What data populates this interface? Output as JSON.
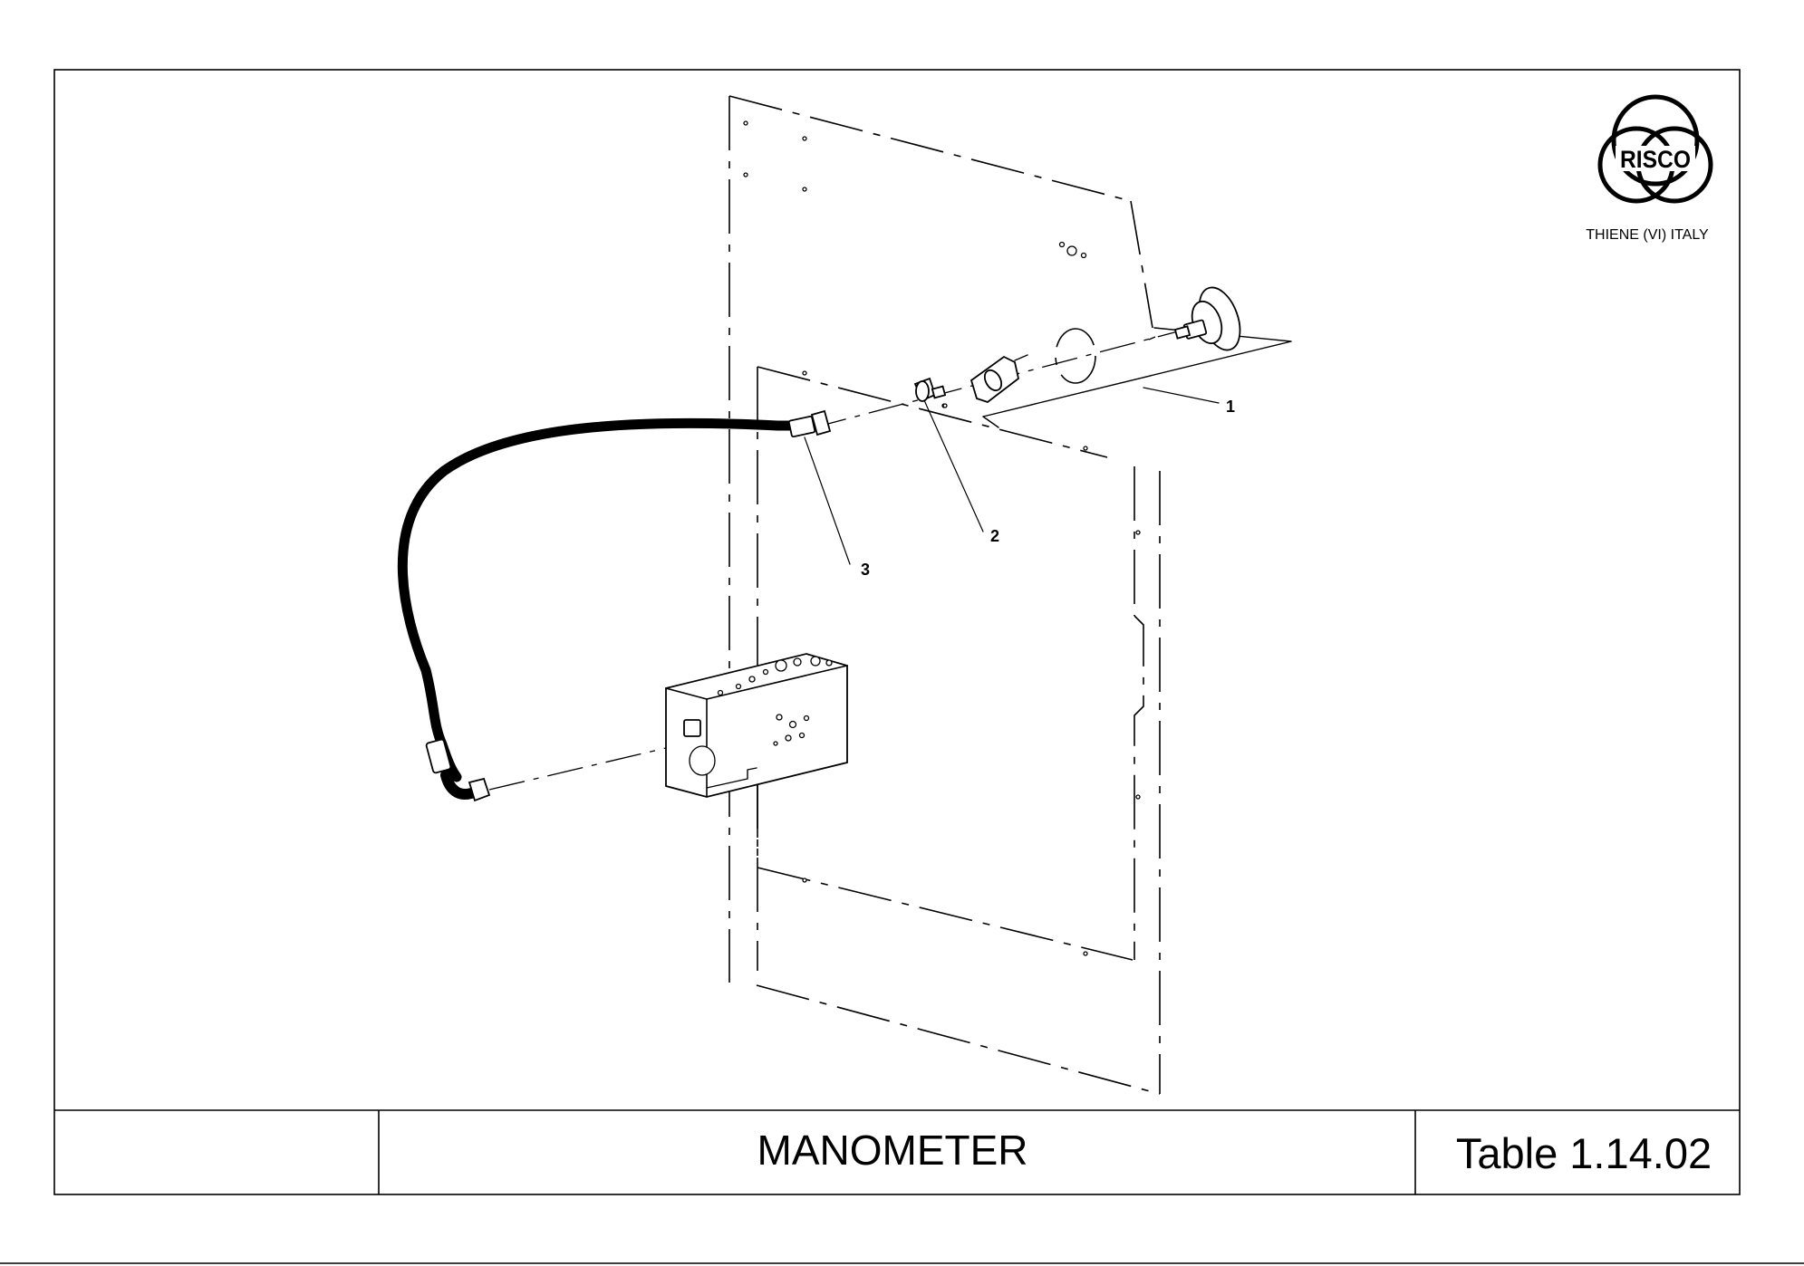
{
  "logo": {
    "text": "RISCO",
    "location": "THIENE (VI) ITALY"
  },
  "title_block": {
    "cell_left": "",
    "title": "MANOMETER",
    "table_ref": "Table 1.14.02"
  },
  "callouts": [
    {
      "label": "1",
      "part": "manometer"
    },
    {
      "label": "2",
      "part": "fitting"
    },
    {
      "label": "3",
      "part": "hose"
    }
  ]
}
